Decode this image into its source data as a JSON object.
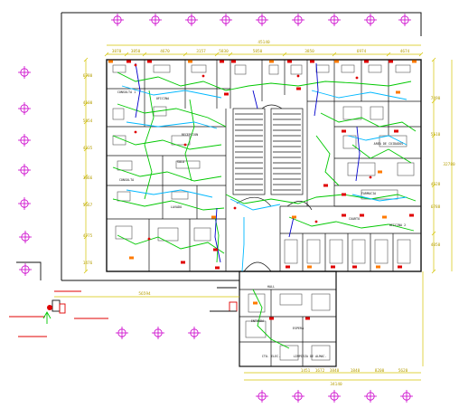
{
  "drawing": {
    "colors": {
      "background": "#ffffff",
      "outline": "#111111",
      "dimension": "#d4c400",
      "grid_marker": "#cc00cc",
      "wiring_green": "#00c800",
      "wiring_cyan": "#00b8ff",
      "wiring_blue": "#0000cc",
      "equipment_red": "#e00000",
      "equipment_orange": "#ff7a00",
      "furniture": "#555555"
    },
    "top_overall_dimension": "45140",
    "top_dimensions": [
      "3870",
      "3850",
      "4670",
      "3157",
      "5830",
      "5850",
      "3850",
      "6974",
      "4674"
    ],
    "left_dimensions": [
      "6780",
      "4100",
      "5454",
      "4335",
      "3866",
      "5667",
      "4775",
      "1476"
    ],
    "right_dimensions": [
      "7490",
      "5110",
      "4528",
      "6788",
      "4050"
    ],
    "right_overall_dimension": "32780",
    "bottom_overall_dimension": "56594",
    "annex_bottom_dimensions": [
      "1451",
      "1672",
      "3840",
      "1840",
      "8200",
      "5620"
    ],
    "annex_bottom_overall": "34140",
    "room_labels": [
      "CONSULTA 1",
      "OFICINA",
      "RECEPCION",
      "SALA",
      "CONSULTA",
      "LAVADO",
      "AREA DE CUIDADOS",
      "FARMACIA",
      "CUARTO",
      "OFICINA 2",
      "HALL",
      "ENTRADA",
      "ESPERA",
      "CTO. ELEC.",
      "LIMPIEZA DE ALMAC."
    ]
  }
}
